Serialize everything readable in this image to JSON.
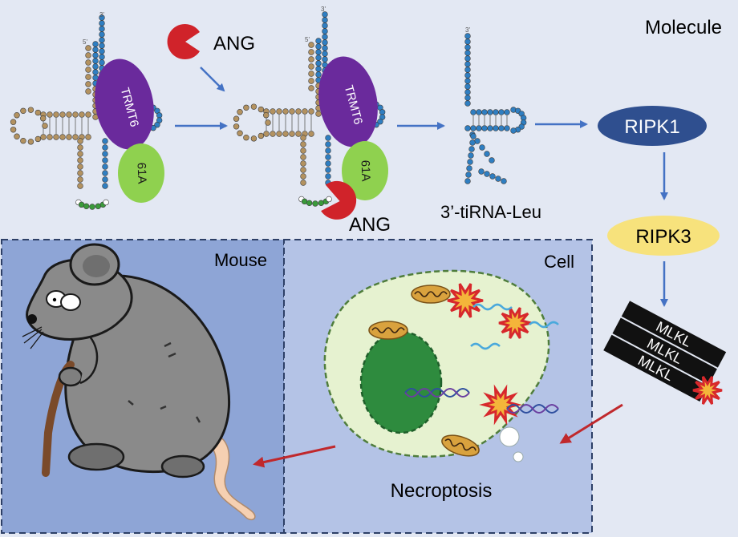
{
  "labels": {
    "molecule": "Molecule",
    "ang_top": "ANG",
    "ang_bottom": "ANG",
    "trmt6_a": "TRMT6",
    "trmt6_b": "TRMT6",
    "trmt61a_a": "61A",
    "trmt61a_b": "61A",
    "tirna": "3’-tiRNA-Leu",
    "ripk1": "RIPK1",
    "ripk3": "RIPK3",
    "mlkl_1": "MLKL",
    "mlkl_2": "MLKL",
    "mlkl_3": "MLKL",
    "mouse": "Mouse",
    "cell": "Cell",
    "necroptosis": "Necroptosis",
    "trna_3prime_a": "3'",
    "trna_5prime_a": "5'",
    "trna_3prime_b": "3'",
    "trna_5prime_b": "5'",
    "tirna_3prime": "3'"
  },
  "colors": {
    "background_top": "#e3e8f3",
    "mouse_panel": "#8ea5d6",
    "cell_panel": "#b4c3e6",
    "trmt6": "#6a2a9c",
    "trmt61a": "#8fd14f",
    "ang": "#d0232a",
    "ripk1": "#2f4f8f",
    "ripk3": "#f7e27c",
    "trna_tan": "#b39260",
    "trna_blue": "#2f7ec1",
    "arrow_blue": "#4472c4",
    "arrow_red": "#c0282c",
    "nucleus": "#2e8b3e",
    "cytoplasm": "#e6f2d0",
    "mitochondria": "#d9a23e",
    "mouse_body": "#8a8a8a",
    "cane": "#7a4a2a",
    "tail": "#f6d0b2"
  },
  "icons": [
    "ang-pacman-icon",
    "explosion-icon",
    "mitochondrion-icon",
    "dna-helix-icon"
  ]
}
